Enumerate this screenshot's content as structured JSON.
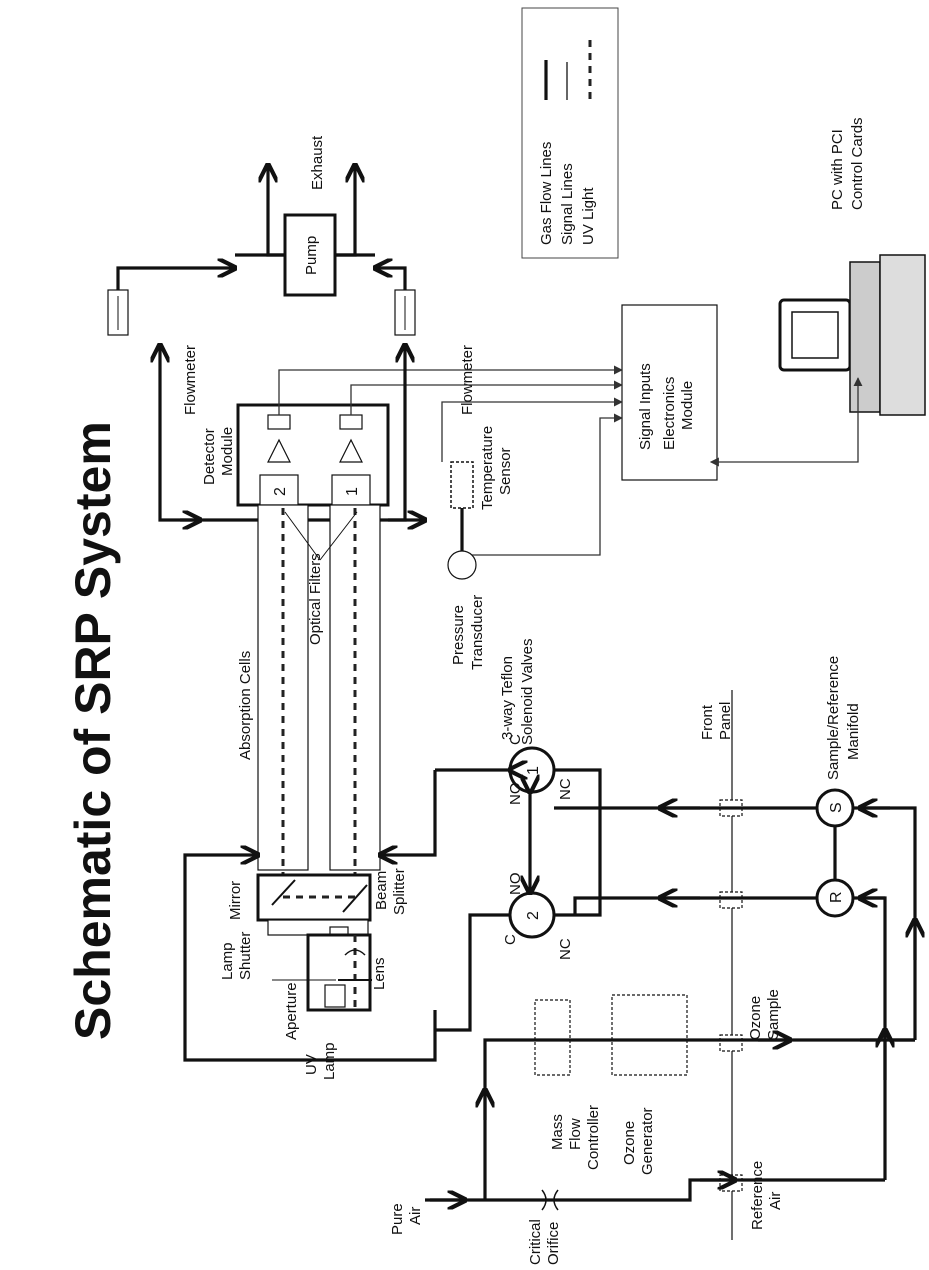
{
  "title": "Schematic of SRP System",
  "legend": {
    "gas": "Gas Flow Lines",
    "signal": "Signal Lines",
    "uv": "UV Light"
  },
  "labels": {
    "exhaust": "Exhaust",
    "pump": "Pump",
    "flowmeter_1": "Flowmeter",
    "flowmeter_2": "Flowmeter",
    "pc_1": "PC with PCI",
    "pc_2": "Control Cards",
    "detector_1": "Detector",
    "detector_2": "Module",
    "signal_inputs": "Signal Inputs",
    "electronics_1": "Electronics",
    "electronics_2": "Module",
    "temp_1": "Temperature",
    "temp_2": "Sensor",
    "optical_filters": "Optical Filters",
    "cell_1": "1",
    "cell_2": "2",
    "absorption_cells": "Absorption Cells",
    "pressure_1": "Pressure",
    "pressure_2": "Transducer",
    "solenoid_1": "3-way Teflon",
    "solenoid_2": "Solenoid Valves",
    "sample_ref_1": "Sample/Reference",
    "sample_ref_2": "Manifold",
    "front_panel_1": "Front",
    "front_panel_2": "Panel",
    "valve_1": "1",
    "valve_2": "2",
    "valve_c": "C",
    "valve_no": "NO",
    "valve_nc": "NC",
    "manifold_s": "S",
    "manifold_r": "R",
    "mirror": "Mirror",
    "beam_1": "Beam",
    "beam_2": "Splitter",
    "lamp_shutter_1": "Lamp",
    "lamp_shutter_2": "Shutter",
    "aperture": "Aperture",
    "lens": "Lens",
    "uv_lamp_1": "UV",
    "uv_lamp_2": "Lamp",
    "mfc_1": "Mass",
    "mfc_2": "Flow",
    "mfc_3": "Controller",
    "ozone_gen_1": "Ozone",
    "ozone_gen_2": "Generator",
    "ozone_sample_1": "Ozone",
    "ozone_sample_2": "Sample",
    "pure_air_1": "Pure",
    "pure_air_2": "Air",
    "critical_1": "Critical",
    "critical_2": "Orifice",
    "reference_air_1": "Reference",
    "reference_air_2": "Air"
  }
}
